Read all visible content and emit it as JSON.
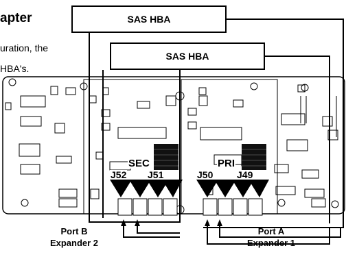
{
  "text": {
    "chapter": "apter",
    "body_line1": "uration,  the",
    "body_line2": "HBA's."
  },
  "hba": {
    "top": "SAS HBA",
    "bottom": "SAS HBA"
  },
  "board_secondary": {
    "label": "SEC",
    "conn_left": "J52",
    "conn_right": "J51"
  },
  "board_primary": {
    "label": "PRI",
    "conn_left": "J50",
    "conn_right": "J49"
  },
  "ports": {
    "b_line1": "Port B",
    "b_line2": "Expander 2",
    "a_line1": "Port A",
    "a_line2": "Expander 1"
  }
}
